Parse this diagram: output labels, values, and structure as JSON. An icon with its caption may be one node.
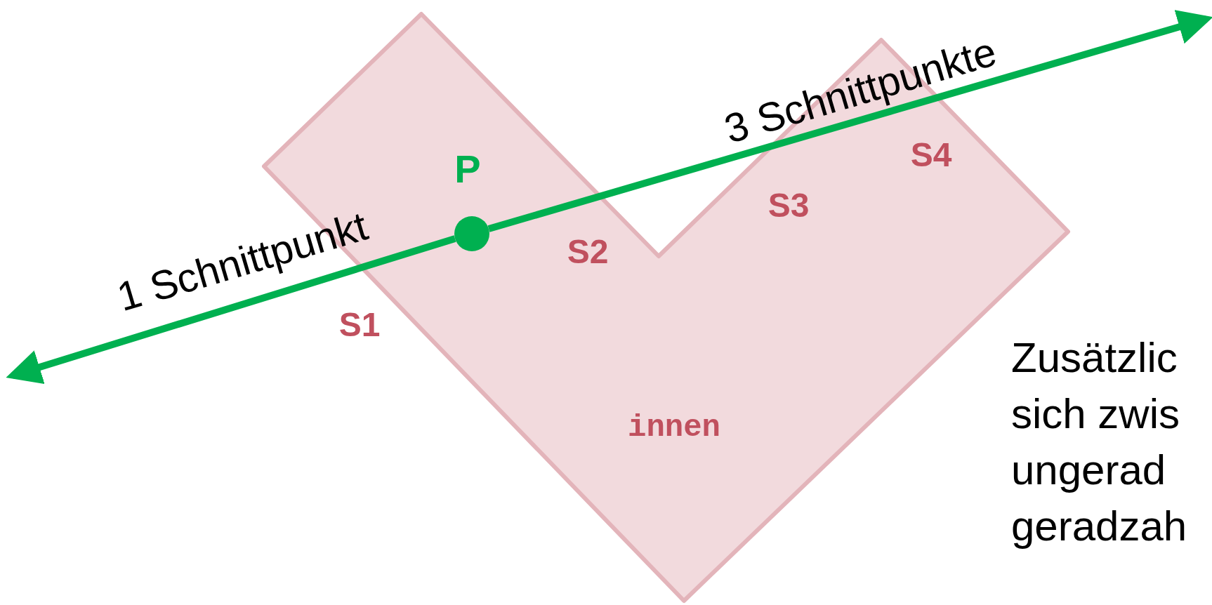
{
  "diagram": {
    "nodes": [
      {
        "text": [
          "innen"
        ]
      },
      {
        "text": [],
        "shape": "circle",
        "in": 0,
        "beside": [
          "P"
        ]
      }
    ],
    "edges": [
      {
        "from": 1,
        "to": null,
        "arrow": "to",
        "label": "1 Schnittpunkt"
      },
      {
        "from": 1,
        "to": null,
        "arrow": "to",
        "label": "3 Schnittpunkte"
      }
    ],
    "labels": [
      "S1",
      "S2",
      "S3",
      "S4",
      "Zusätzlic sich zwis ungerad geradzah"
    ]
  }
}
